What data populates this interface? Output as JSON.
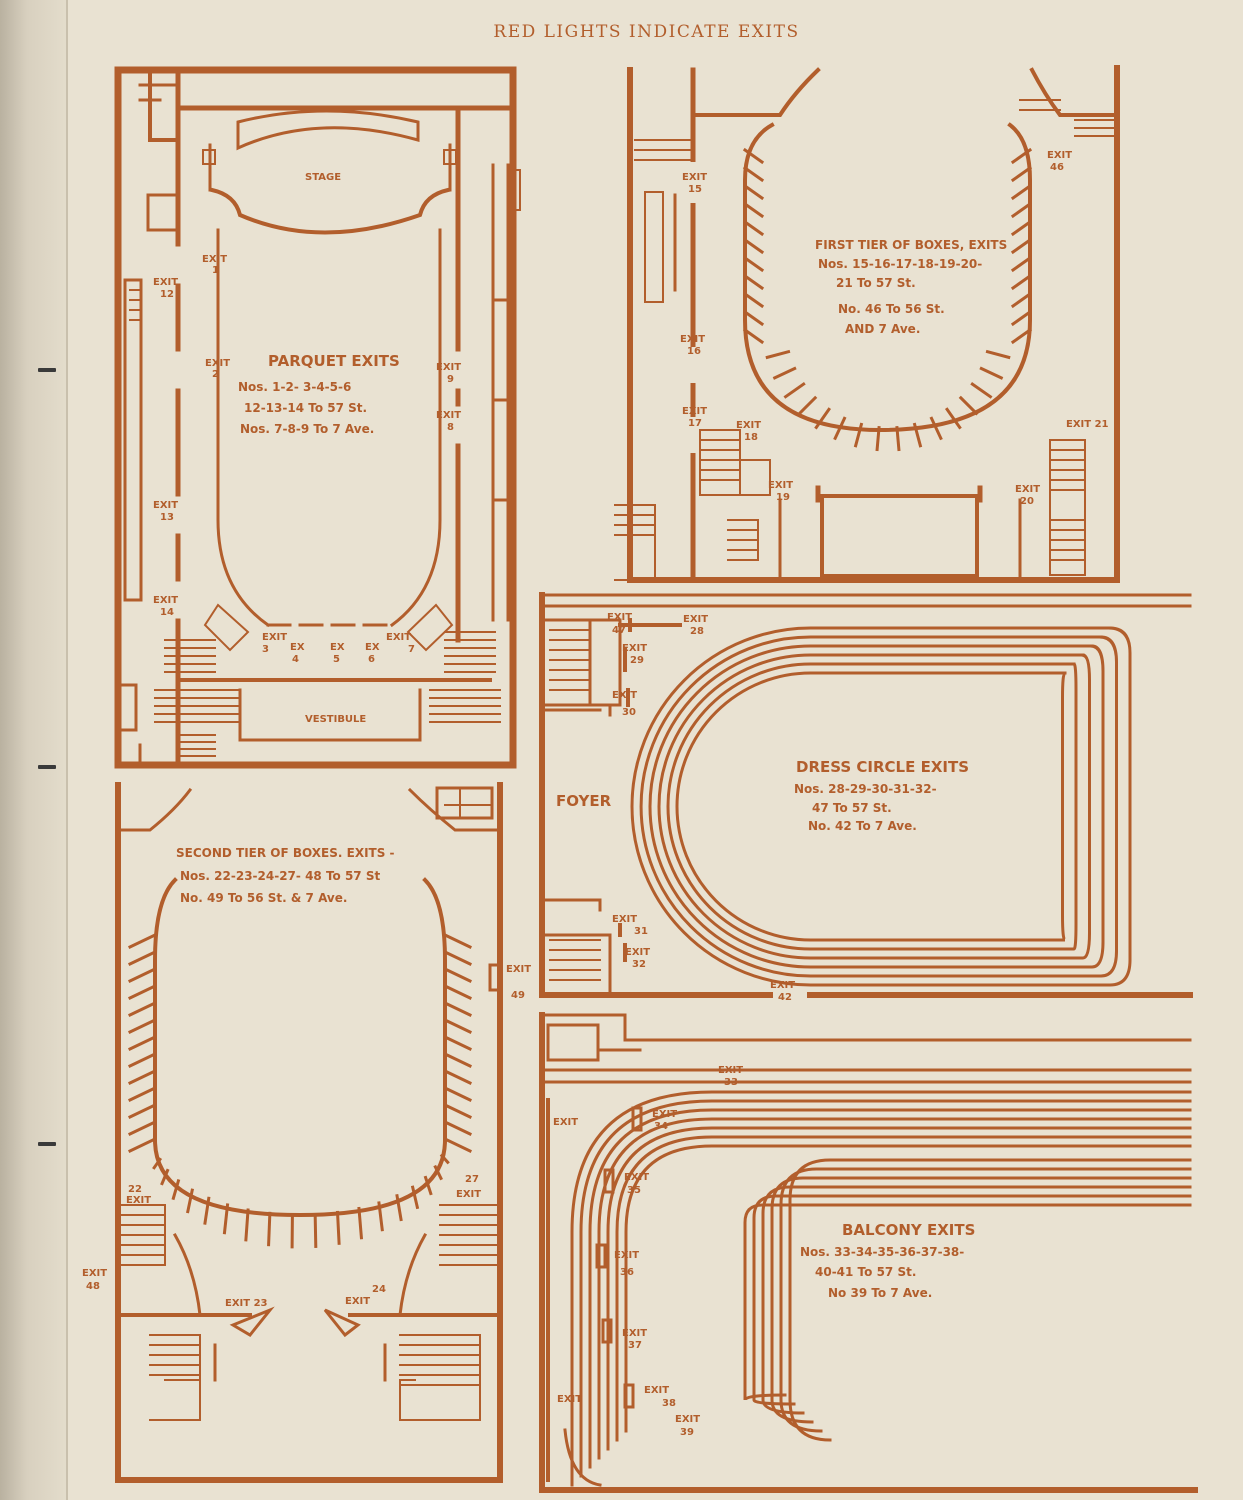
{
  "header": "RED LIGHTS INDICATE EXITS",
  "colors": {
    "ink": "#b25e2c",
    "paper": "#e9e2d2"
  },
  "parquet": {
    "stage": "STAGE",
    "vestibule": "VESTIBULE",
    "title": "PARQUET EXITS",
    "line1": "Nos. 1-2- 3-4-5-6",
    "line2": "12-13-14 To 57 St.",
    "line3": "Nos. 7-8-9 To 7 Ave.",
    "exits": {
      "e1": "EXIT",
      "e1n": "1",
      "e2": "EXIT",
      "e2n": "2",
      "e3": "EXIT",
      "e3n": "3",
      "e4": "EX",
      "e4n": "4",
      "e5": "EX",
      "e5n": "5",
      "e6": "EX",
      "e6n": "6",
      "e7": "EXIT",
      "e7n": "7",
      "e8": "EXIT",
      "e8n": "8",
      "e9": "EXIT",
      "e9n": "9",
      "e12": "EXIT",
      "e12n": "12",
      "e13": "EXIT",
      "e13n": "13",
      "e14": "EXIT",
      "e14n": "14"
    }
  },
  "first_tier": {
    "line1": "FIRST TIER OF BOXES, EXITS",
    "line2": "Nos. 15-16-17-18-19-20-",
    "line3": "21 To 57 St.",
    "line4": "No. 46 To 56 St.",
    "line5": "AND 7 Ave.",
    "exits": {
      "e15": "EXIT",
      "e15n": "15",
      "e16": "EXIT",
      "e16n": "16",
      "e17": "EXIT",
      "e17n": "17",
      "e18": "EXIT",
      "e18n": "18",
      "e19": "EXIT",
      "e19n": "19",
      "e20": "EXIT",
      "e20n": "20",
      "e21": "EXIT 21",
      "e46": "EXIT",
      "e46n": "46"
    }
  },
  "dress_circle": {
    "foyer": "FOYER",
    "line1": "DRESS CIRCLE EXITS",
    "line2": "Nos. 28-29-30-31-32-",
    "line3": "47 To 57 St.",
    "line4": "No. 42 To 7 Ave.",
    "exits": {
      "e47": "EXIT",
      "e47n": "47",
      "e28": "EXIT",
      "e28n": "28",
      "e29": "EXIT",
      "e29n": "29",
      "e30": "EXIT",
      "e30n": "30",
      "e31": "EXIT",
      "e31n": "31",
      "e32": "EXIT",
      "e32n": "32",
      "e42": "EXIT",
      "e42n": "42"
    }
  },
  "second_tier": {
    "line1": "SECOND TIER OF BOXES. EXITS -",
    "line2": "Nos. 22-23-24-27- 48 To 57 St",
    "line3": "No. 49 To 56 St. & 7 Ave.",
    "exits": {
      "e22": "EXIT",
      "e22n": "22",
      "e23": "EXIT 23",
      "e24": "EXIT",
      "e24n": "24",
      "e27": "EXIT",
      "e27n": "27",
      "e48": "EXIT",
      "e48n": "48",
      "e49": "EXIT",
      "e49n": "49"
    }
  },
  "balcony": {
    "line1": "BALCONY EXITS",
    "line2": "Nos. 33-34-35-36-37-38-",
    "line3": "40-41 To 57 St.",
    "line4": "No 39 To 7 Ave.",
    "exits": {
      "e33": "EXIT",
      "e33n": "33",
      "e34": "EXIT",
      "e34n": "34",
      "e35": "EXIT",
      "e35n": "35",
      "e36": "EXIT",
      "e36n": "36",
      "e37": "EXIT",
      "e37n": "37",
      "e38": "EXIT",
      "e38n": "38",
      "e39": "EXIT",
      "e39n": "39",
      "e40": "EXIT",
      "e41": "EXIT"
    }
  }
}
